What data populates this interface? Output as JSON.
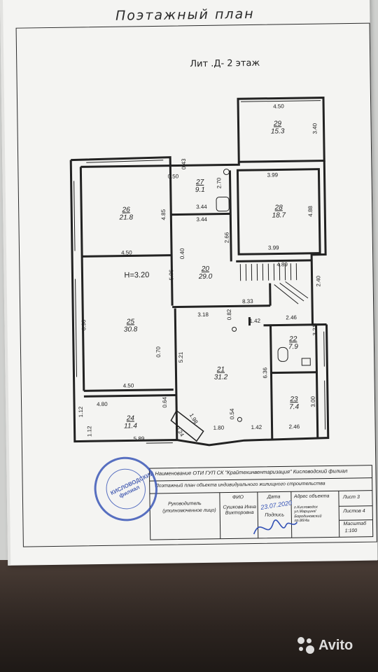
{
  "document": {
    "title": "Поэтажный план",
    "floor_title": "Лит .Д- 2  этаж",
    "height_label": "H=3.20"
  },
  "rooms": [
    {
      "id": "29",
      "area": "15.3"
    },
    {
      "id": "27",
      "area": "9.1"
    },
    {
      "id": "28",
      "area": "18.7"
    },
    {
      "id": "26",
      "area": "21.8"
    },
    {
      "id": "20",
      "area": "29.0"
    },
    {
      "id": "25",
      "area": "30.8"
    },
    {
      "id": "21",
      "area": "31.2"
    },
    {
      "id": "22",
      "area": "7.9"
    },
    {
      "id": "23",
      "area": "7.4"
    },
    {
      "id": "24",
      "area": "11.4"
    }
  ],
  "dimensions": {
    "d450_top": "4.50",
    "d340": "3.40",
    "d043": "0.43",
    "d050": "0.50",
    "d270": "2.70",
    "d399_a": "3.99",
    "d344_a": "3.44",
    "d344_b": "3.44",
    "d485": "4.85",
    "d488": "4.88",
    "d266": "2.66",
    "d450_mid": "4.50",
    "d399_b": "3.99",
    "d040": "0.40",
    "d506": "5.06",
    "d489": "4.89",
    "d240": "2.40",
    "d833": "8.33",
    "d318": "3.18",
    "d082": "0.82",
    "d142_a": "1.42",
    "d246_a": "2.46",
    "d321": "3.21",
    "d690": "6.90",
    "d070": "0.70",
    "d521": "5.21",
    "d636": "6.36",
    "d450_low": "4.50",
    "d300": "3.00",
    "d480": "4.80",
    "d064": "0.64",
    "d198": "1.98",
    "d054": "0.54",
    "d112_a": "1.12",
    "d112_b": "1.12",
    "d024": "0.24",
    "d180": "1.80",
    "d142_b": "1.42",
    "d246_b": "2.46",
    "d589": "5.89"
  },
  "title_block": {
    "org_line": "Наименование ОТИ   ГУП СК \"Крайтехинвентаризация\" Кисловодский филиал",
    "object_line": "Поэтажный план объекта индивидуального жилищного строительства",
    "role_label": "Руководитель",
    "role_sub": "(уполномоченное лицо)",
    "fio_label": "ФИО",
    "fio_value": "Сушкова Инна Викторовна",
    "date_label": "Дата",
    "sign_label": "Подпись",
    "address_label": "Адрес объекта",
    "address_value": "г.Кисловодск ул.Марцинк/ Бородиновский пр.86/4а",
    "sheet_label": "Лист 3",
    "sheets_label": "Листов 4",
    "scale_label": "Масштаб",
    "scale_value": "1:100",
    "handwritten_date": "23.07.2020"
  },
  "stamp": {
    "city": "КИСЛОВОДСКИЙ",
    "sub": "филиал"
  },
  "watermark": {
    "brand": "Avito"
  },
  "colors": {
    "stamp_blue": "#3553b6",
    "ink": "#222222",
    "paper": "#f4f4f2"
  }
}
